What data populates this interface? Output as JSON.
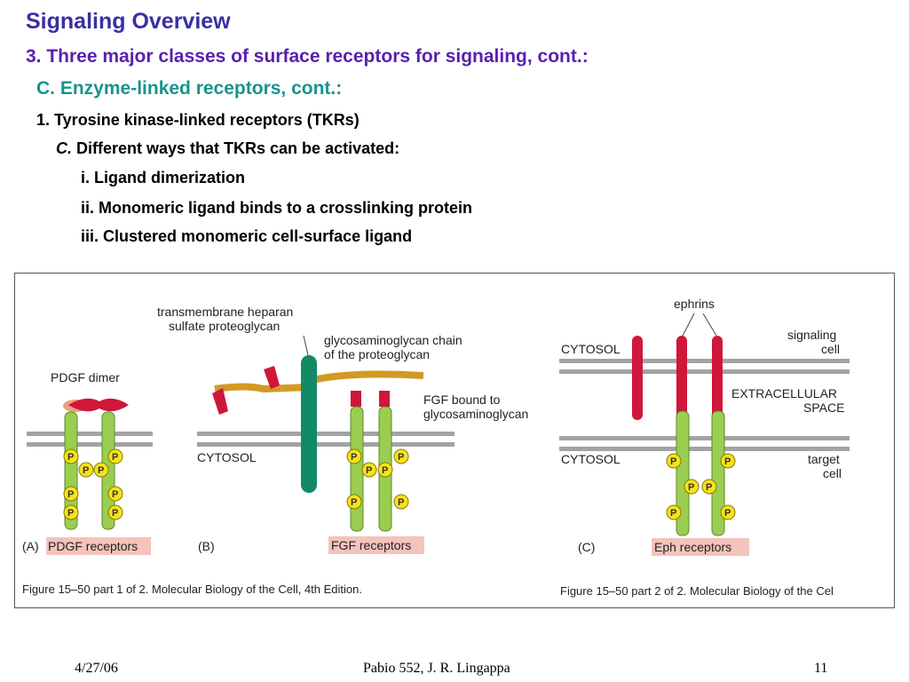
{
  "slide": {
    "title": "Signaling Overview",
    "line1": "3.  Three major classes of  surface receptors for signaling, cont.:",
    "line2": "C.  Enzyme-linked receptors, cont.:",
    "line3": "1.  Tyrosine kinase-linked receptors (TKRs)",
    "line4_italic": "C.",
    "line4_text": " Different ways that TKRs can be activated:",
    "bullet1": "i.  Ligand dimerization",
    "bullet2": "ii.  Monomeric ligand binds to a crosslinking protein",
    "bullet3": "iii.  Clustered monomeric cell-surface ligand"
  },
  "figure": {
    "panel_a": {
      "tag": "(A)",
      "ligand_label": "PDGF dimer",
      "receptor_label": "PDGF receptors"
    },
    "panel_b": {
      "tag": "(B)",
      "cytosol": "CYTOSOL",
      "heparan_label_1": "transmembrane heparan",
      "heparan_label_2": "sulfate proteoglycan",
      "chain_label_1": "glycosaminoglycan chain",
      "chain_label_2": "of the proteoglycan",
      "fgf_label_1": "FGF bound to",
      "fgf_label_2": "glycosaminoglycan",
      "receptor_label": "FGF receptors"
    },
    "panel_c": {
      "tag": "(C)",
      "ephrins": "ephrins",
      "cytosol_top": "CYTOSOL",
      "signaling_1": "signaling",
      "signaling_2": "cell",
      "extracellular_1": "EXTRACELLULAR",
      "extracellular_2": "SPACE",
      "cytosol_bottom": "CYTOSOL",
      "target_1": "target",
      "target_2": "cell",
      "receptor_label": "Eph receptors"
    },
    "phospho": "P",
    "caption_left": "Figure 15–50 part 1 of 2. Molecular Biology of the Cell, 4th Edition.",
    "caption_right": "Figure 15–50 part 2 of 2. Molecular Biology of the Cel",
    "colors": {
      "membrane": "#a3a3a3",
      "receptor": "#9acd50",
      "ligand": "#d0163a",
      "proteoglycan": "#138a66",
      "chain": "#d39a22",
      "phospho": "#f5e21c",
      "label_box": "#f4c3bc"
    }
  },
  "footer": {
    "date": "4/27/06",
    "center": "Pabio 552,  J. R. Lingappa",
    "page": "11"
  }
}
